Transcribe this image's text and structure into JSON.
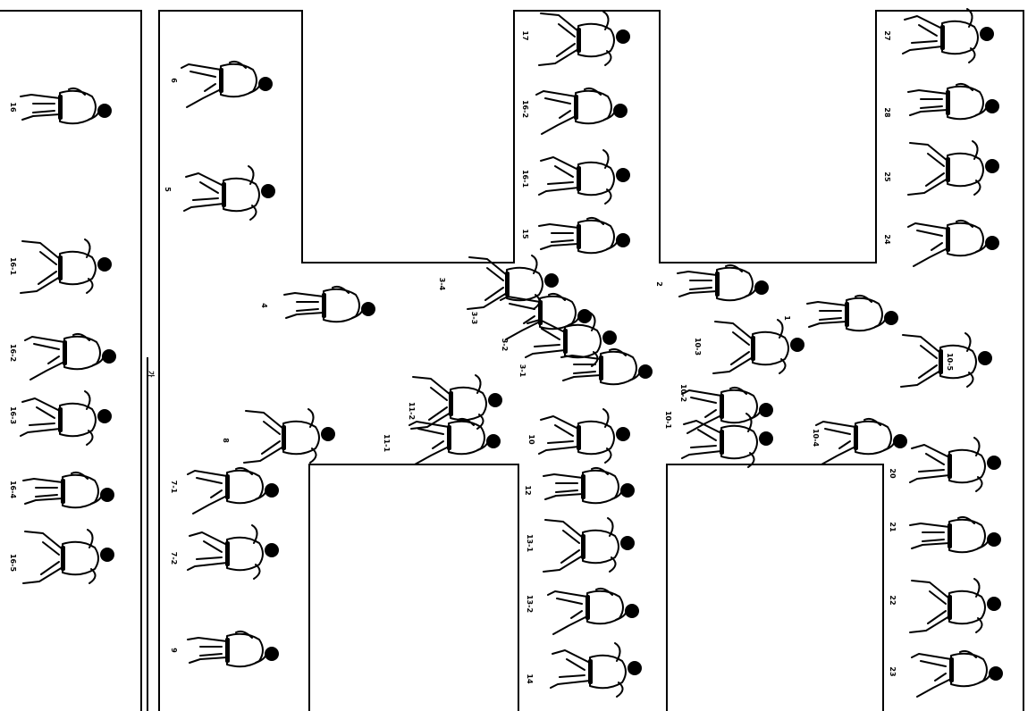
{
  "diagram": {
    "floor_marker": "가",
    "figure_labels": [
      "16",
      "16-1",
      "16-2",
      "16-3",
      "16-4",
      "16-5",
      "6",
      "5",
      "4",
      "8",
      "7-1",
      "7-2",
      "9",
      "17",
      "16-2",
      "16-1",
      "15",
      "3-4",
      "3-3",
      "3-2",
      "3-1",
      "11-2",
      "11-1",
      "10",
      "12",
      "13-1",
      "13-2",
      "14",
      "2",
      "10-3",
      "10-2",
      "10-1",
      "1",
      "10-5",
      "10-4",
      "27",
      "28",
      "25",
      "24",
      "20",
      "21",
      "22",
      "23"
    ]
  }
}
